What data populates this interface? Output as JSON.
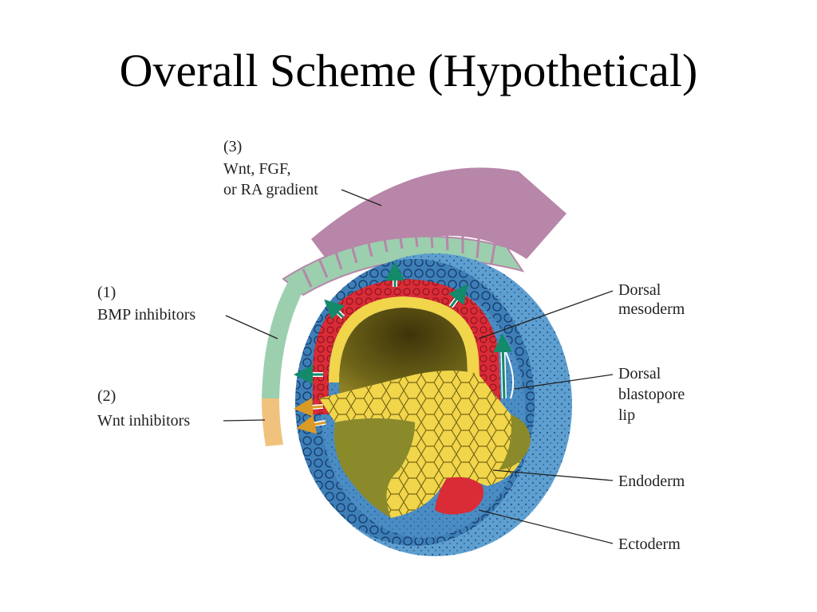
{
  "slide": {
    "title": "Overall Scheme (Hypothetical)"
  },
  "labels": {
    "gradient": [
      "(3)",
      "Wnt, FGF,",
      "or RA gradient"
    ],
    "bmp": [
      "(1)",
      "BMP inhibitors"
    ],
    "wnt": [
      "(2)",
      "Wnt inhibitors"
    ],
    "dorsal_mesoderm": [
      "Dorsal",
      "mesoderm"
    ],
    "blastopore_lip": [
      "Dorsal",
      "blastopore",
      "lip"
    ],
    "endoderm": [
      "Endoderm"
    ],
    "ectoderm": [
      "Ectoderm"
    ]
  },
  "colors": {
    "gradient_band": "#b786a8",
    "bmp_band": "#9ccfae",
    "wnt_band": "#f1c27d",
    "ectoderm": "#3d7fb6",
    "ectoderm_outer": "#5d9fd0",
    "mesoderm": "#d92c37",
    "endoderm": "#f1d54a",
    "blastocoel": "#6d6318",
    "arrow_green": "#138a6a",
    "arrow_orange": "#d99a26"
  }
}
